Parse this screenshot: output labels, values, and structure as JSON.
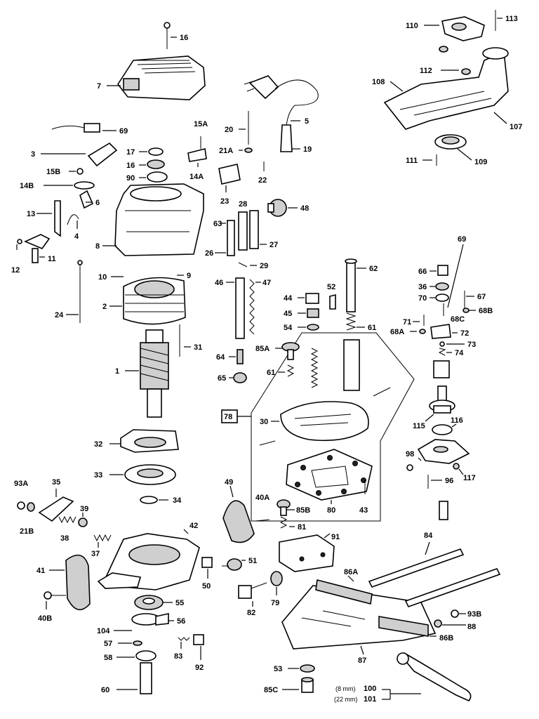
{
  "labels": {
    "16a": "16",
    "7": "7",
    "69": "69",
    "3": "3",
    "15b": "15B",
    "14b": "14B",
    "13": "13",
    "12": "12",
    "11": "11",
    "17": "17",
    "16b": "16",
    "90": "90",
    "15a": "15A",
    "14a": "14A",
    "6": "6",
    "4": "4",
    "8": "8",
    "10": "10",
    "9": "9",
    "2": "2",
    "24": "24",
    "31": "31",
    "1": "1",
    "32": "32",
    "33": "33",
    "34": "34",
    "20": "20",
    "21a": "21A",
    "5": "5",
    "19": "19",
    "22": "22",
    "23": "23",
    "28": "28",
    "63": "63",
    "26": "26",
    "27": "27",
    "48": "48",
    "29": "29",
    "46": "46",
    "47": "47",
    "44": "44",
    "52": "52",
    "45": "45",
    "54": "54",
    "62": "62",
    "61a": "61",
    "64": "64",
    "85a": "85A",
    "65": "65",
    "61b": "61",
    "78": "78",
    "30": "30",
    "80": "80",
    "43": "43",
    "110": "110",
    "113": "113",
    "112": "112",
    "108": "108",
    "107": "107",
    "111": "111",
    "109": "109",
    "66": "66",
    "36": "36",
    "70": "70",
    "69b": "69",
    "67": "67",
    "68c": "68C",
    "68b": "68B",
    "71": "71",
    "68a": "68A",
    "72": "72",
    "73": "73",
    "74": "74",
    "115": "115",
    "116": "116",
    "98": "98",
    "117": "117",
    "96": "96",
    "93a": "93A",
    "35": "35",
    "21b": "21B",
    "38": "38",
    "39": "39",
    "37": "37",
    "42": "42",
    "41": "41",
    "40b": "40B",
    "49": "49",
    "40a": "40A",
    "85b": "85B",
    "81": "81",
    "91": "91",
    "51": "51",
    "50": "50",
    "82": "82",
    "79": "79",
    "55": "55",
    "56": "56",
    "104": "104",
    "57": "57",
    "58": "58",
    "83": "83",
    "92": "92",
    "60": "60",
    "84": "84",
    "86a": "86A",
    "93b": "93B",
    "88": "88",
    "86b": "86B",
    "87": "87",
    "53": "53",
    "85c": "85C",
    "100": "100",
    "101": "101",
    "8mm": "(8 mm)",
    "22mm": "(22 mm)"
  }
}
